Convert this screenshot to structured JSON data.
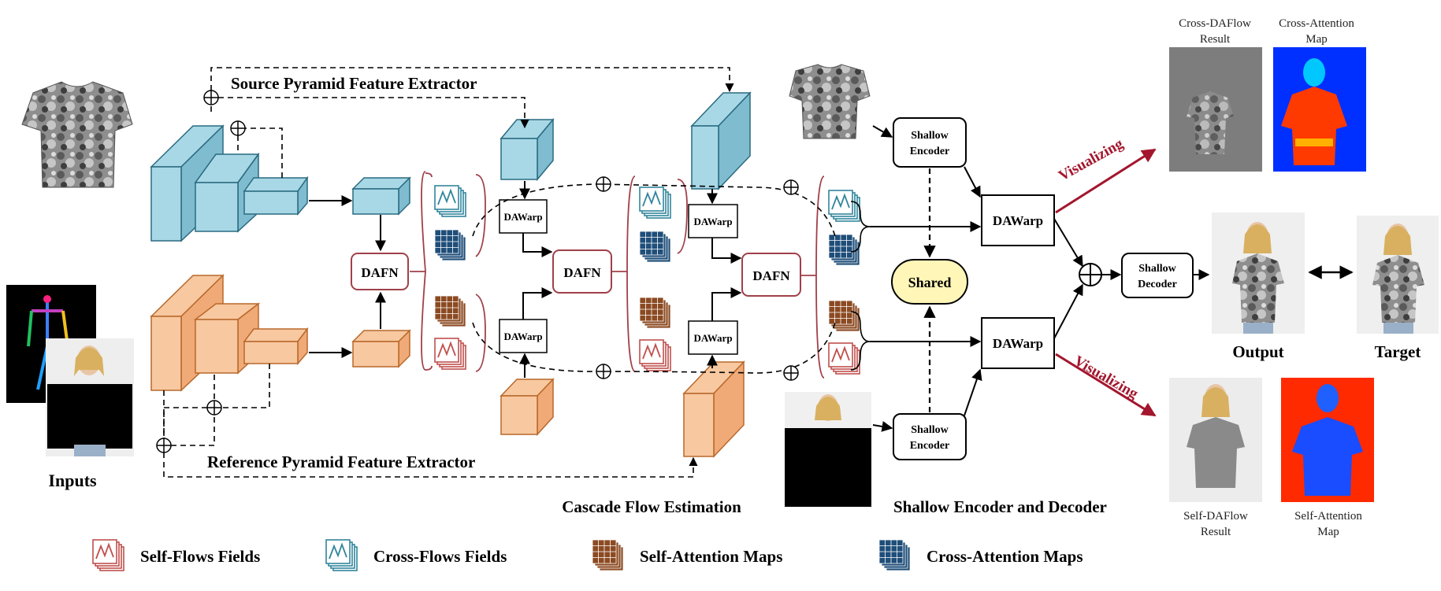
{
  "labels": {
    "source_extractor": "Source Pyramid Feature  Extractor",
    "reference_extractor": "Reference Pyramid Feature Extractor",
    "inputs": "Inputs",
    "cascade": "Cascade Flow Estimation",
    "shallow_section": "Shallow Encoder and Decoder",
    "dafn": "DAFN",
    "dawarp": "DAWarp",
    "shallow_encoder_1": "Shallow",
    "shallow_encoder_2": "Encoder",
    "shallow_decoder_1": "Shallow",
    "shallow_decoder_2": "Decoder",
    "shared": "Shared",
    "output": "Output",
    "target": "Target",
    "visualizing": "Visualizing",
    "cross_daflow_1": "Cross-DAFlow",
    "cross_daflow_2": "Result",
    "cross_attention_1": "Cross-Attention",
    "cross_attention_2": "Map",
    "self_daflow_1": "Self-DAFlow",
    "self_daflow_2": "Result",
    "self_attention_1": "Self-Attention",
    "self_attention_2": "Map"
  },
  "legend": [
    {
      "label": "Self-Flows Fields",
      "icon": "self-flow-stack-icon",
      "color": "#c0504d"
    },
    {
      "label": "Cross-Flows Fields",
      "icon": "cross-flow-stack-icon",
      "color": "#31859c"
    },
    {
      "label": "Self-Attention Maps",
      "icon": "self-attention-grid-icon",
      "color": "#8b4a22"
    },
    {
      "label": "Cross-Attention Maps",
      "icon": "cross-attention-grid-icon",
      "color": "#1f4e79"
    }
  ],
  "colors": {
    "source_feature": "#a8d8e6",
    "reference_feature": "#f8c8a0",
    "dafn_border": "#a0404a",
    "shared_fill": "#fff6b8",
    "visualizing_arrow": "#a3162d",
    "attention_hot": "#ff2a00",
    "attention_cold": "#0020ff"
  }
}
